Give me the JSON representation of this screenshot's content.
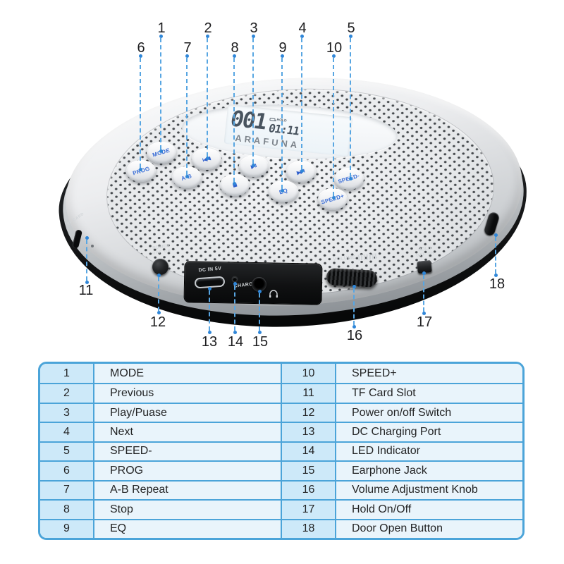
{
  "device": {
    "brand": "ARAFUNA",
    "lcd": {
      "track": "001",
      "time": "01:11",
      "indicator": "HOLD"
    },
    "buttons": {
      "mode": "MODE",
      "prog": "PROG",
      "prev": "I◀◀",
      "ab": "A-B",
      "play": "▶II",
      "stop": "■",
      "next": "▶▶I",
      "eq": "EQ",
      "speed_minus": "SPEED-",
      "speed_plus": "SPEED+"
    },
    "labels": {
      "tf_card": "TF CARD",
      "power": "POWER",
      "power_off_on": "OFF  ON",
      "dc_in": "DC IN 5V",
      "charge": "CHARGE",
      "volume": "VOLUME",
      "hold": "HOLD",
      "hold_off_on": "OFF  ON",
      "open": "OPEN"
    }
  },
  "callouts": [
    {
      "num": "1"
    },
    {
      "num": "2"
    },
    {
      "num": "3"
    },
    {
      "num": "4"
    },
    {
      "num": "5"
    },
    {
      "num": "6"
    },
    {
      "num": "7"
    },
    {
      "num": "8"
    },
    {
      "num": "9"
    },
    {
      "num": "10"
    },
    {
      "num": "11"
    },
    {
      "num": "12"
    },
    {
      "num": "13"
    },
    {
      "num": "14"
    },
    {
      "num": "15"
    },
    {
      "num": "16"
    },
    {
      "num": "17"
    },
    {
      "num": "18"
    }
  ],
  "legend": {
    "left": [
      {
        "num": "1",
        "label": "MODE"
      },
      {
        "num": "2",
        "label": "Previous"
      },
      {
        "num": "3",
        "label": "Play/Puase"
      },
      {
        "num": "4",
        "label": "Next"
      },
      {
        "num": "5",
        "label": "SPEED-"
      },
      {
        "num": "6",
        "label": "PROG"
      },
      {
        "num": "7",
        "label": "A-B Repeat"
      },
      {
        "num": "8",
        "label": "Stop"
      },
      {
        "num": "9",
        "label": "EQ"
      }
    ],
    "right": [
      {
        "num": "10",
        "label": "SPEED+"
      },
      {
        "num": "11",
        "label": "TF Card Slot"
      },
      {
        "num": "12",
        "label": "Power on/off Switch"
      },
      {
        "num": "13",
        "label": "DC Charging Port"
      },
      {
        "num": "14",
        "label": "LED Indicator"
      },
      {
        "num": "15",
        "label": "Earphone Jack"
      },
      {
        "num": "16",
        "label": "Volume Adjustment Knob"
      },
      {
        "num": "17",
        "label": "Hold On/Off"
      },
      {
        "num": "18",
        "label": "Door Open Button"
      }
    ]
  },
  "colors": {
    "callout_blue": "#2f86d8",
    "table_border": "#4ba4d9",
    "table_num_bg": "#cde9f9",
    "table_label_bg": "#e9f4fb",
    "button_text_blue": "#3b6ed6"
  }
}
